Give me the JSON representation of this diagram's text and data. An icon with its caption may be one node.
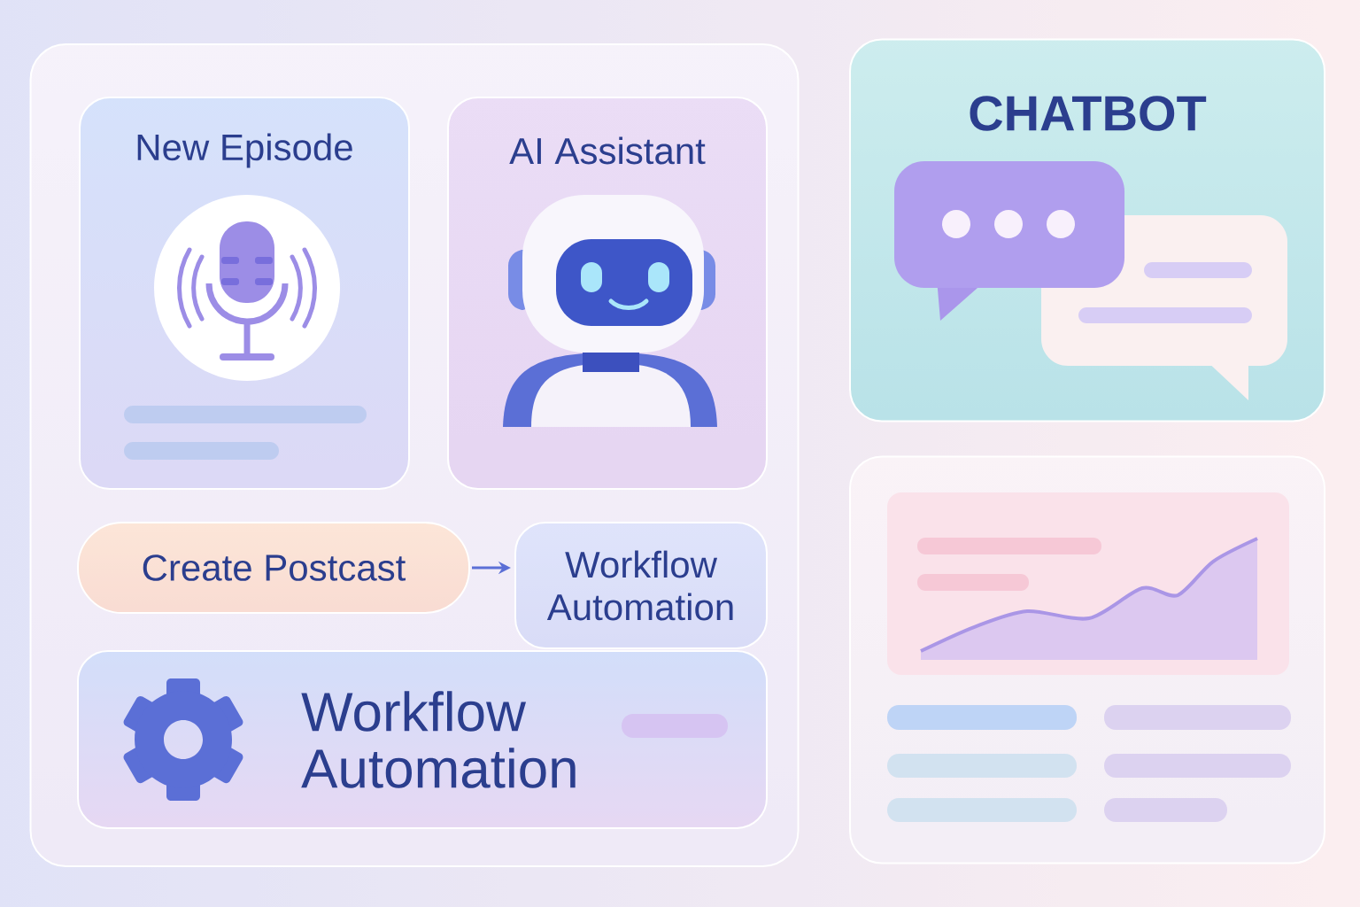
{
  "diagram": {
    "nodes": [
      {
        "text": [],
        "shape": "box"
      },
      {
        "text": [
          "New Episode"
        ],
        "in": 0
      },
      {
        "text": [
          "AI Assistant"
        ],
        "in": 0
      },
      {
        "text": [
          "Create Postcast"
        ],
        "in": 0
      },
      {
        "text": [
          "Workflow Automation"
        ],
        "in": 0
      },
      {
        "text": [
          "Workflow Automation"
        ],
        "in": 0
      },
      {
        "text": [
          "CHATBOT"
        ]
      },
      {
        "text": [],
        "shape": "box"
      }
    ],
    "edges": [
      {
        "from": 3,
        "to": 4,
        "arrow": "to"
      }
    ]
  }
}
